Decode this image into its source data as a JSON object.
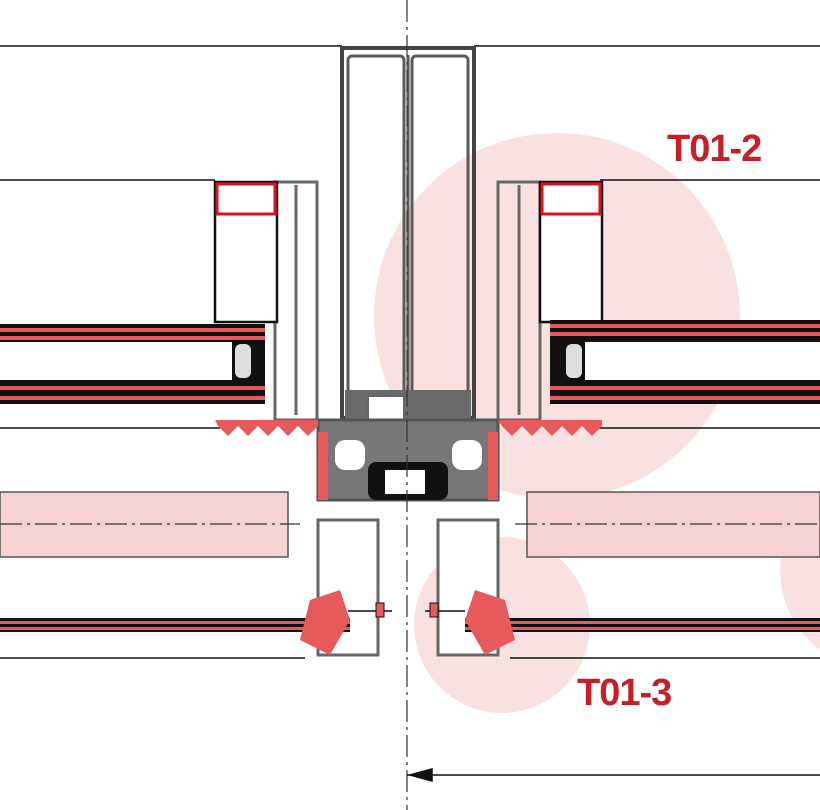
{
  "drawing": {
    "callouts": [
      {
        "id": "T01-2",
        "label": "T01-2"
      },
      {
        "id": "T01-3",
        "label": "T01-3"
      }
    ],
    "colors": {
      "label": "#c81e28",
      "highlight": "#f8d7d7",
      "profile": "#5a5a5a",
      "gasket": "#e8595c",
      "line": "#111111"
    }
  }
}
